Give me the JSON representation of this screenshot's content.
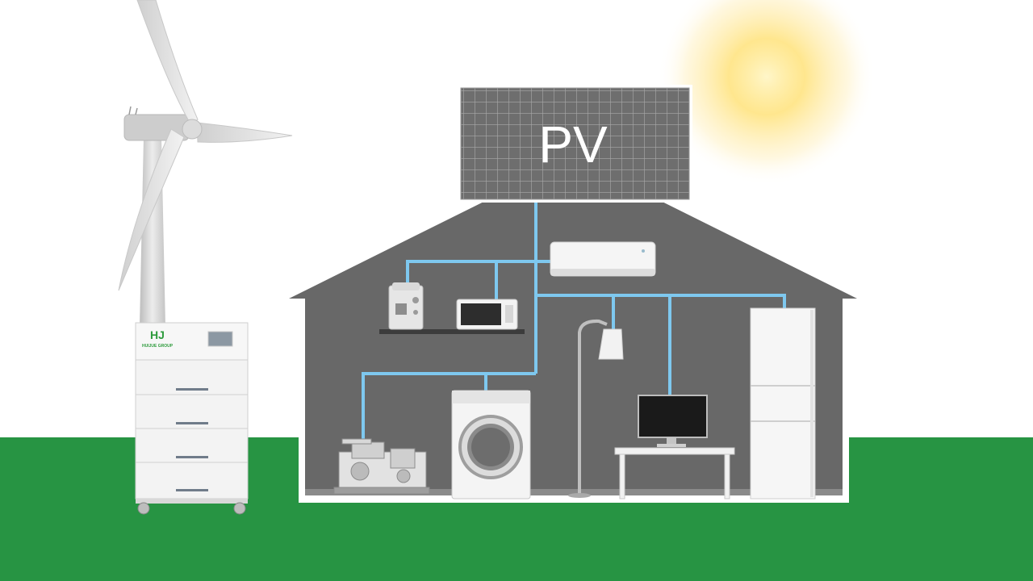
{
  "pv_panel": {
    "label": "PV"
  },
  "battery": {
    "brand_mark": "HJ",
    "brand_name": "HUIJUE GROUP"
  },
  "colors": {
    "ground": "#279443",
    "sky": "#ffffff",
    "house_wall": "#686868",
    "house_outline": "#ffffff",
    "wire": "#7ec8ef",
    "sun": "#ffd75a",
    "panel": "#6f6f6f",
    "brand_green": "#2d9b3c"
  },
  "icons": [
    "wind-turbine-icon",
    "battery-cabinet-icon",
    "sun-icon",
    "solar-panel-icon",
    "air-conditioner-icon",
    "coffee-machine-icon",
    "microwave-icon",
    "floor-lamp-icon",
    "refrigerator-icon",
    "water-pump-icon",
    "washing-machine-icon",
    "monitor-icon",
    "desk-icon"
  ]
}
